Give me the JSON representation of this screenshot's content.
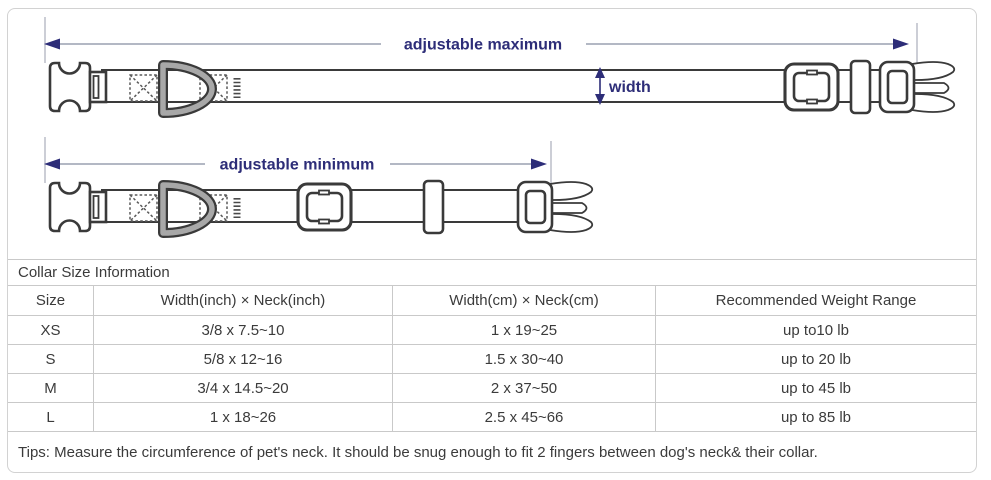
{
  "diagram": {
    "max_label": "adjustable maximum",
    "min_label": "adjustable minimum",
    "width_label": "width"
  },
  "colors": {
    "outline": "#3a3a3a",
    "dim": "#2d2d78",
    "dimline": "#9aa0b0",
    "dring": "#a8a8a8",
    "border": "#c9c9c9",
    "text": "#3b3b3b"
  },
  "table": {
    "title": "Collar Size Information",
    "headers": [
      "Size",
      "Width(inch) × Neck(inch)",
      "Width(cm) × Neck(cm)",
      "Recommended Weight Range"
    ],
    "rows": [
      [
        "XS",
        "3/8 x 7.5~10",
        "1 x 19~25",
        "up to10 lb"
      ],
      [
        "S",
        "5/8 x 12~16",
        "1.5 x 30~40",
        "up to 20 lb"
      ],
      [
        "M",
        "3/4 x 14.5~20",
        "2 x 37~50",
        "up to 45 lb"
      ],
      [
        "L",
        "1 x 18~26",
        "2.5 x 45~66",
        "up to 85 lb"
      ]
    ],
    "tips": "Tips: Measure the circumference of pet's neck. It should be snug enough to fit 2 fingers between dog's neck& their collar."
  }
}
